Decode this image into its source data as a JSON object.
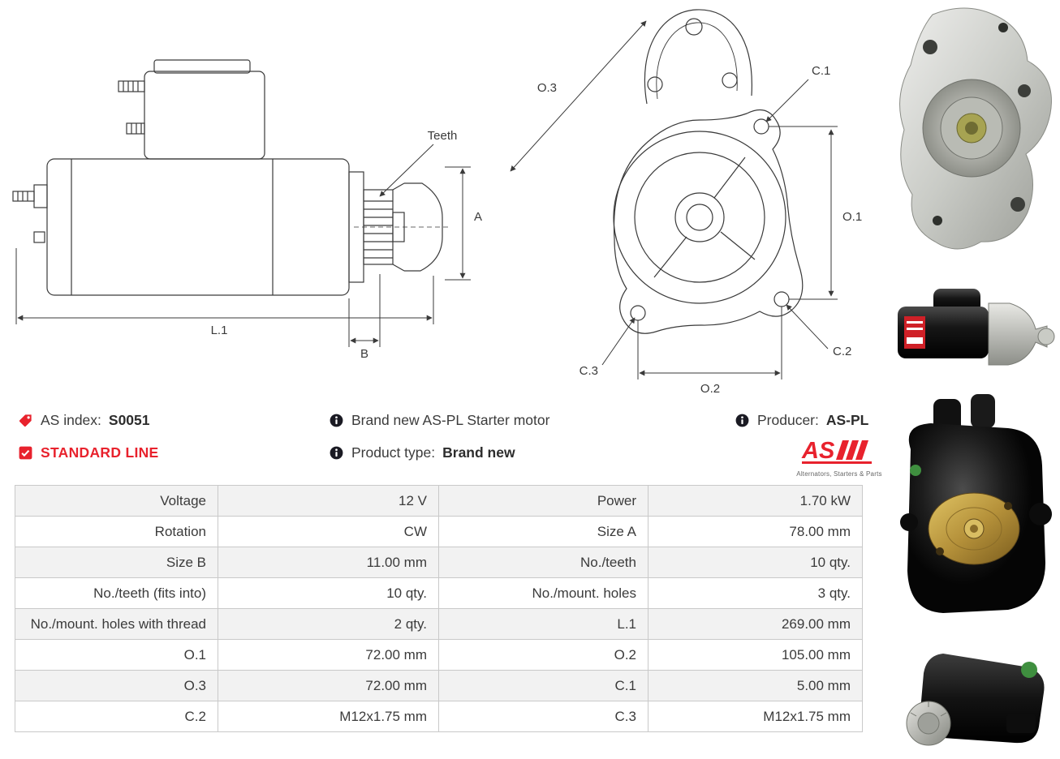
{
  "info": {
    "as_index": {
      "label": "AS index:",
      "value": "S0051"
    },
    "standard_line": "STANDARD LINE",
    "brand_new": "Brand new AS-PL Starter motor",
    "product_type": {
      "label": "Product type:",
      "value": "Brand new"
    },
    "producer": {
      "label": "Producer:",
      "value": "AS-PL"
    },
    "logo": {
      "text": "AS",
      "tagline": "Alternators, Starters & Parts"
    }
  },
  "icons": {
    "as_index": "tag-icon",
    "standard_line": "checkbox-checked-icon",
    "details": "info-icon"
  },
  "colors": {
    "accent_red": "#e8222d",
    "info_icon_dark": "#1a1a23",
    "drawing_line": "#3a3a3a",
    "table_border": "#c9c9c9",
    "row_alt": "#f2f2f2"
  },
  "diagram": {
    "side": {
      "teeth": "Teeth",
      "a": "A",
      "l1": "L.1",
      "b": "B"
    },
    "front": {
      "o1": "O.1",
      "o2": "O.2",
      "o3": "O.3",
      "c1": "C.1",
      "c2": "C.2",
      "c3": "C.3"
    }
  },
  "table": {
    "rows": [
      {
        "l1": "Voltage",
        "v1": "12 V",
        "l2": "Power",
        "v2": "1.70 kW"
      },
      {
        "l1": "Rotation",
        "v1": "CW",
        "l2": "Size A",
        "v2": "78.00 mm"
      },
      {
        "l1": "Size B",
        "v1": "11.00 mm",
        "l2": "No./teeth",
        "v2": "10 qty."
      },
      {
        "l1": "No./teeth (fits into)",
        "v1": "10 qty.",
        "l2": "No./mount. holes",
        "v2": "3 qty."
      },
      {
        "l1": "No./mount. holes with thread",
        "v1": "2 qty.",
        "l2": "L.1",
        "v2": "269.00 mm"
      },
      {
        "l1": "O.1",
        "v1": "72.00 mm",
        "l2": "O.2",
        "v2": "105.00 mm"
      },
      {
        "l1": "O.3",
        "v1": "72.00 mm",
        "l2": "C.1",
        "v2": "5.00 mm"
      },
      {
        "l1": "C.2",
        "v1": "M12x1.75 mm",
        "l2": "C.3",
        "v2": "M12x1.75 mm"
      }
    ]
  }
}
